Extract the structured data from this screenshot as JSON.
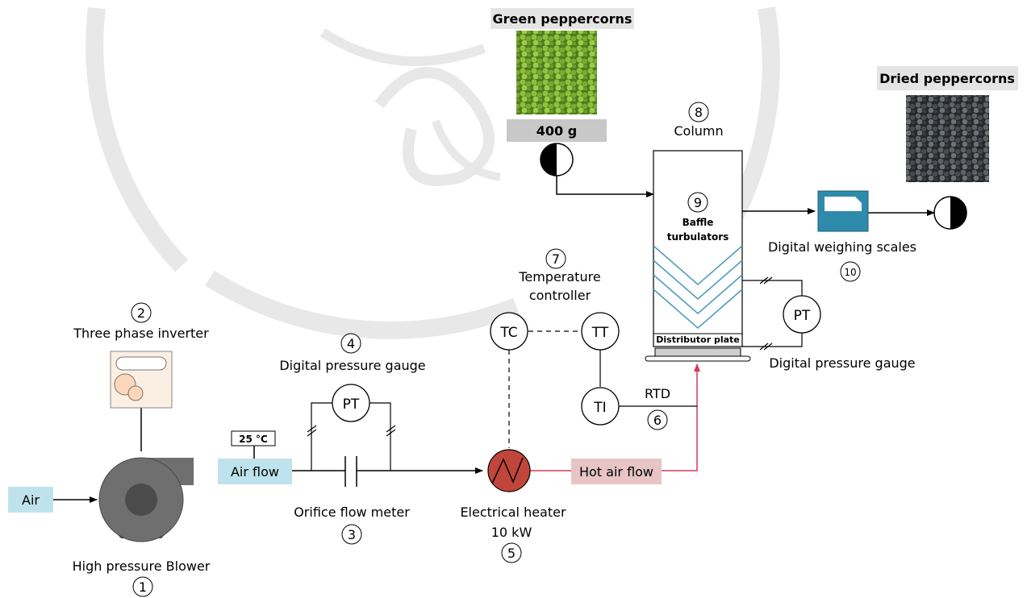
{
  "components": {
    "blower": {
      "number": "1",
      "label": "High pressure Blower"
    },
    "inverter": {
      "number": "2",
      "label": "Three phase inverter"
    },
    "orifice": {
      "number": "3",
      "label": "Orifice flow meter"
    },
    "pressure_gauge_1": {
      "number": "4",
      "label": "Digital pressure gauge",
      "instrument": "PT"
    },
    "heater": {
      "number": "5",
      "label_line1": "Electrical heater",
      "label_line2": "10 kW"
    },
    "rtd": {
      "number": "6",
      "label": "RTD"
    },
    "temperature_controller": {
      "number": "7",
      "label_line1": "Temperature",
      "label_line2": "controller"
    },
    "column": {
      "number": "8",
      "label": "Column"
    },
    "baffle": {
      "number": "9",
      "label_line1": "Baffle",
      "label_line2": "turbulators"
    },
    "distributor": {
      "label": "Distributor plate"
    },
    "scales": {
      "number": "10",
      "label": "Digital weighing scales"
    },
    "pressure_gauge_2": {
      "label": "Digital pressure gauge",
      "instrument": "PT"
    }
  },
  "instruments": {
    "tc": "TC",
    "tt": "TT",
    "ti": "TI"
  },
  "flows": {
    "air": "Air",
    "air_flow": "Air flow",
    "hot_air_flow": "Hot air flow",
    "ambient_temp": "25 °C"
  },
  "samples": {
    "green": {
      "label": "Green peppercorns",
      "mass": "400 g"
    },
    "dried": {
      "label": "Dried peppercorns"
    }
  },
  "colors": {
    "flow_box": "#bfe3ec",
    "hot_flow_box": "#e8c4c4",
    "hot_line": "#d23a5a",
    "heater": "#c0463b",
    "baffle": "#4f9db8",
    "scale": "#2e8bab",
    "inverter": "#fbeee2",
    "blower": "#6f6f6f",
    "watermark": "#d2d2d2"
  }
}
